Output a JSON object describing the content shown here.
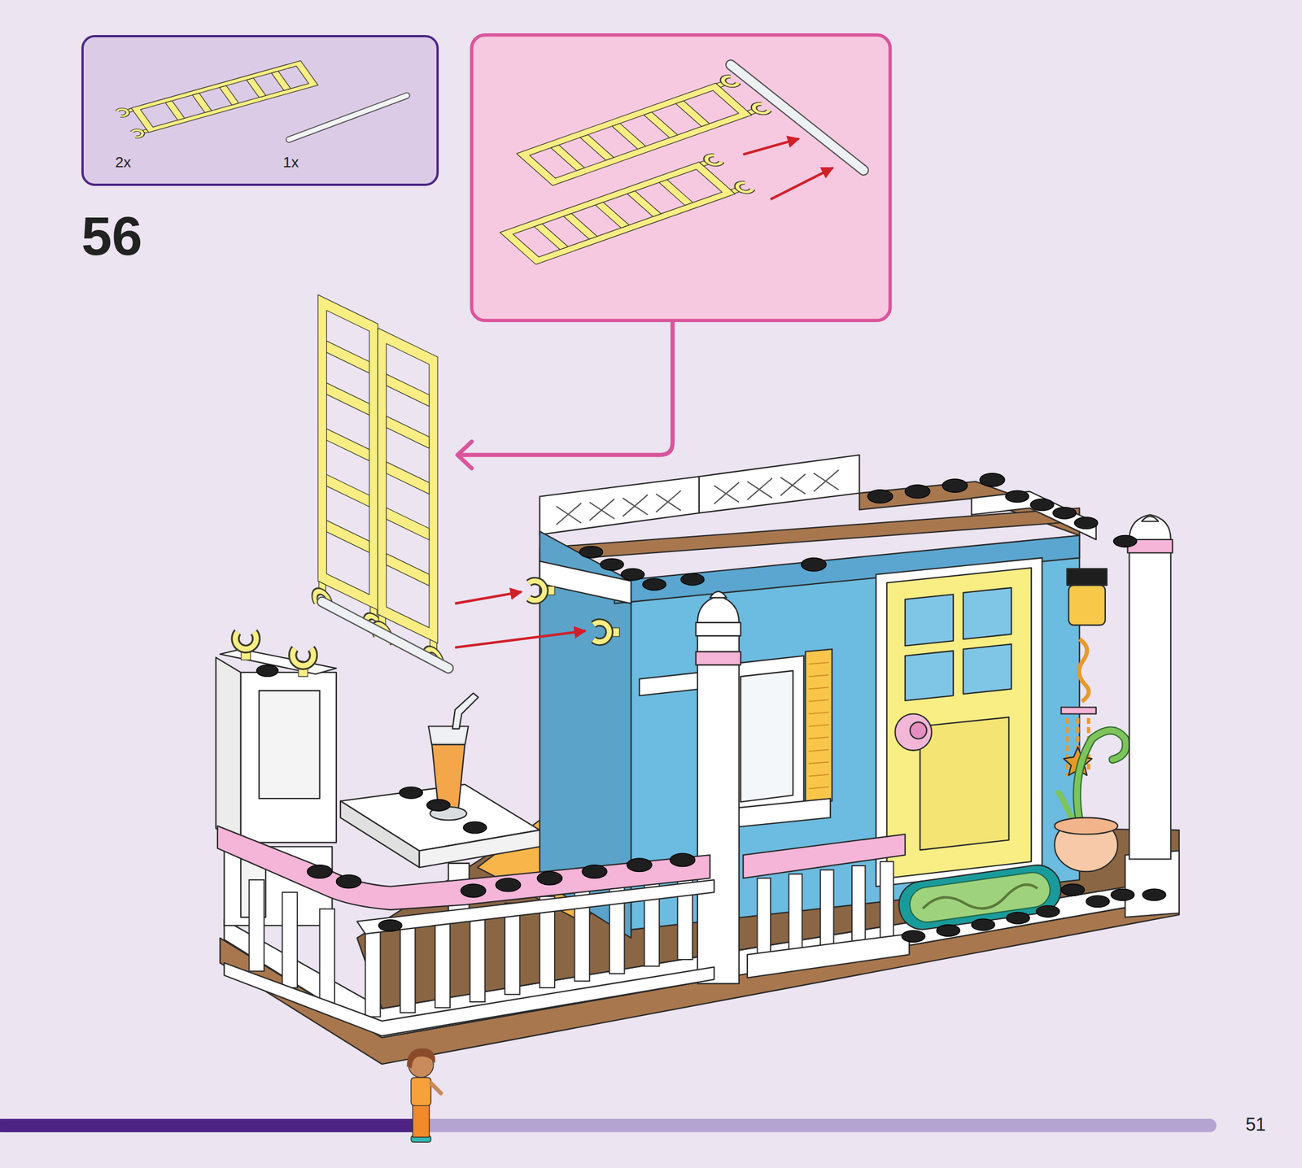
{
  "diagram": {
    "nodes": [
      {
        "text": [
          "2x",
          "1x"
        ]
      }
    ],
    "labels": [
      "56",
      "51"
    ]
  }
}
